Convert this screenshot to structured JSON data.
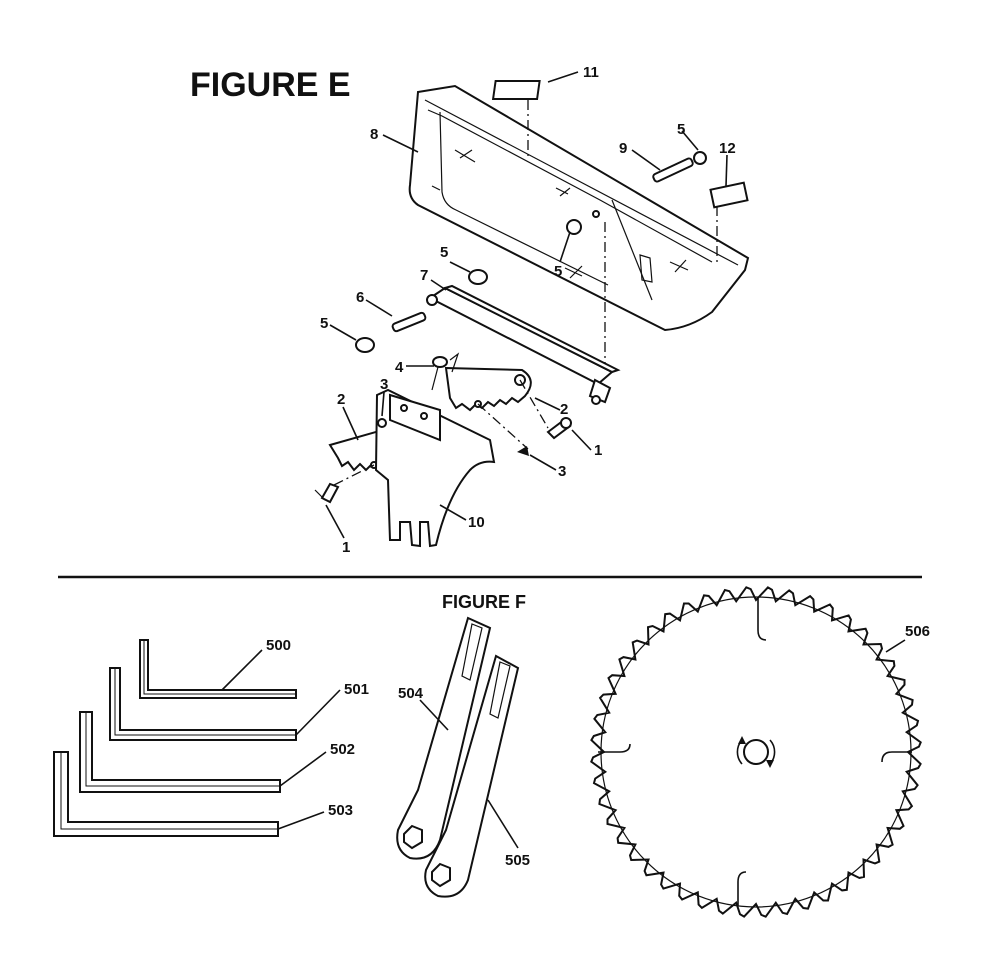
{
  "figure_e": {
    "title": "FIGURE E",
    "callouts": {
      "c11": "11",
      "c8": "8",
      "c5a": "5",
      "c9": "9",
      "c12": "12",
      "c5b": "5",
      "c7": "7",
      "c5c": "5",
      "c6": "6",
      "c5d": "5",
      "c4": "4",
      "c3a": "3",
      "c2a": "2",
      "c2b": "2",
      "c1a": "1",
      "c3b": "3",
      "c1b": "1",
      "c10": "10"
    }
  },
  "figure_f": {
    "title": "FIGURE F",
    "callouts": {
      "c500": "500",
      "c501": "501",
      "c502": "502",
      "c503": "503",
      "c504": "504",
      "c505": "505",
      "c506": "506"
    }
  }
}
